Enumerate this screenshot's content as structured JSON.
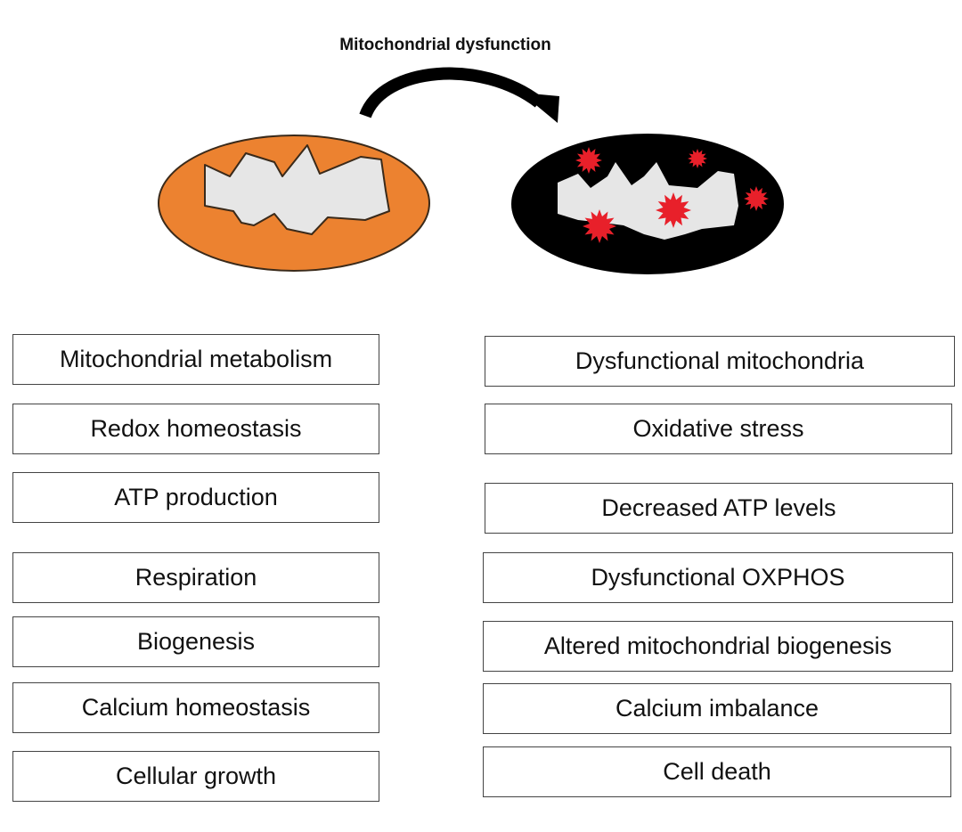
{
  "title": "Mitochondrial dysfunction",
  "colors": {
    "healthy": "#ec8230",
    "dysfunctional": "#000000",
    "matrix": "#e6e6e6",
    "ros": "#e8202a"
  },
  "healthy_functions": [
    "Mitochondrial metabolism",
    "Redox homeostasis",
    "ATP production",
    "Respiration",
    "Biogenesis",
    "Calcium homeostasis",
    "Cellular growth"
  ],
  "dysfunction_effects": [
    "Dysfunctional mitochondria",
    "Oxidative stress",
    "Decreased ATP levels",
    "Dysfunctional OXPHOS",
    "Altered mitochondrial biogenesis",
    "Calcium imbalance",
    "Cell death"
  ]
}
